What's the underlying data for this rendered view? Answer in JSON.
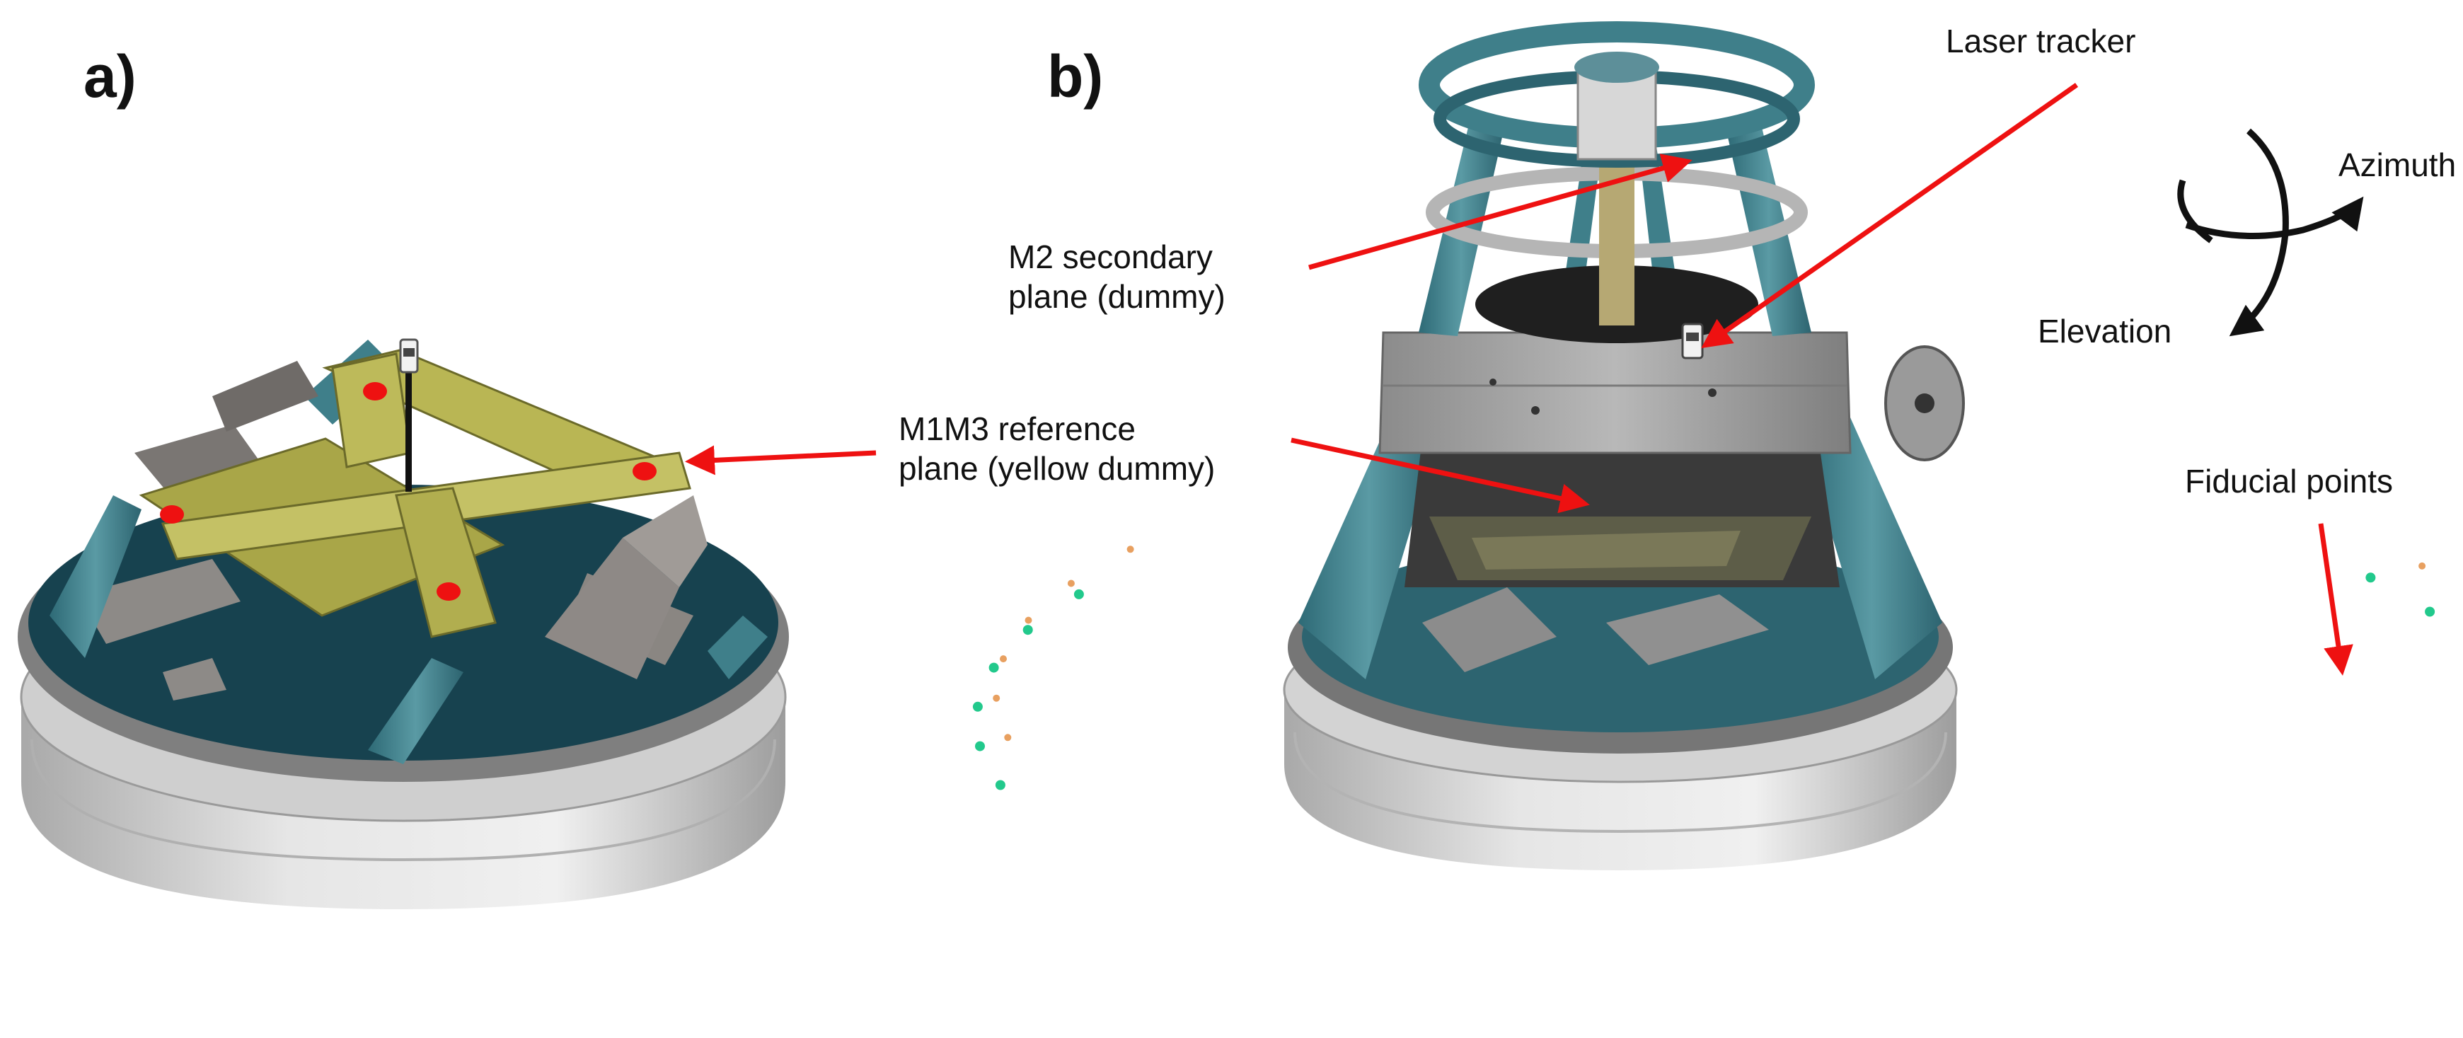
{
  "panels": {
    "a": {
      "letter": "a)"
    },
    "b": {
      "letter": "b)"
    }
  },
  "labels": {
    "laser_tracker": "Laser tracker",
    "m2": {
      "line1": "M2 secondary",
      "line2": "plane (dummy)"
    },
    "m1m3": {
      "line1": "M1M3 reference",
      "line2": "plane (yellow dummy)"
    },
    "azimuth": "Azimuth",
    "elevation": "Elevation",
    "fiducial": "Fiducial points"
  },
  "colors": {
    "arrow": "#ee1111",
    "teal_structure": "#3f7f8a",
    "dark_teal_floor": "#17424f",
    "gray_pier": "#c8c8c8",
    "yellow_dummy": "#b9b654",
    "fiducial_green": "#22c98c",
    "fiducial_orange": "#e8a060"
  }
}
